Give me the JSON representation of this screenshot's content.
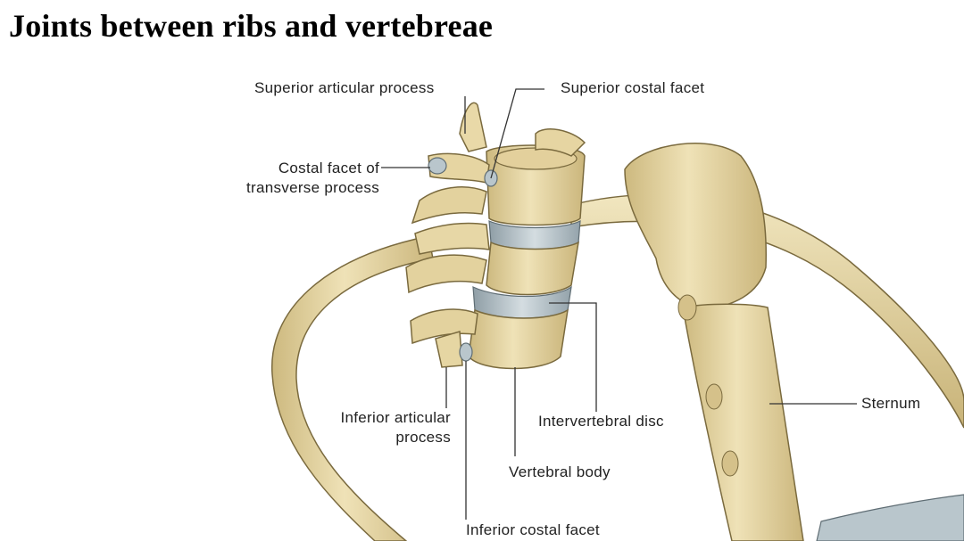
{
  "title": "Joints between ribs and vertebreae",
  "labels": {
    "superior_articular_process": "Superior articular process",
    "superior_costal_facet": "Superior costal facet",
    "costal_facet_line1": "Costal facet of",
    "costal_facet_line2": "transverse process",
    "inferior_articular_line1": "Inferior articular",
    "inferior_articular_line2": "process",
    "intervertebral_disc": "Intervertebral disc",
    "vertebral_body": "Vertebral body",
    "inferior_costal_facet": "Inferior costal facet",
    "sternum": "Sternum"
  },
  "colors": {
    "bone": "#eadbab",
    "bone_shadow": "#c9b57c",
    "bone_outline": "#7a6a3e",
    "cartilage": "#b9c6cc",
    "leader": "#333333"
  }
}
